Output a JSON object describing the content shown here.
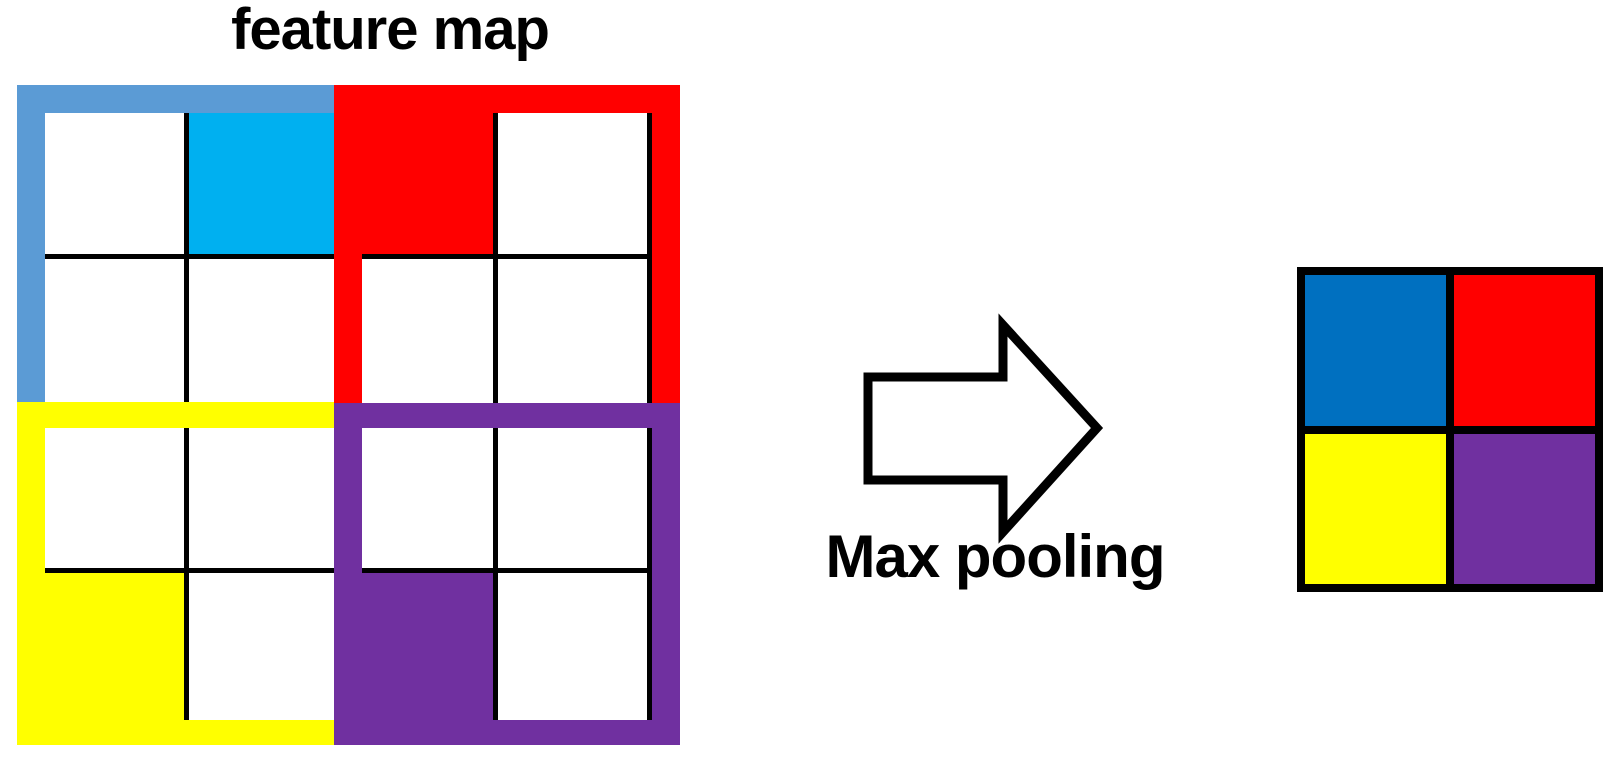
{
  "title": "feature map",
  "arrow_label": "Max pooling",
  "colors": {
    "black": "#000000",
    "white": "#ffffff",
    "steel_blue": "#5B9BD5",
    "cyan": "#00B0F0",
    "red": "#FF0000",
    "yellow": "#FFFF00",
    "purple": "#7030A0",
    "output_blue": "#0070C0"
  },
  "feature_map": {
    "rows": 4,
    "cols": 4,
    "grid_line_color": "#000000",
    "cell_color": "#ffffff",
    "quadrants": [
      {
        "name": "top-left",
        "frame_color": "#5B9BD5",
        "max_cell": {
          "row": 0,
          "col": 1
        },
        "max_color": "#00B0F0"
      },
      {
        "name": "top-right",
        "frame_color": "#FF0000",
        "max_cell": {
          "row": 0,
          "col": 0
        },
        "max_color": "#FF0000"
      },
      {
        "name": "bottom-left",
        "frame_color": "#FFFF00",
        "max_cell": {
          "row": 1,
          "col": 0
        },
        "max_color": "#FFFF00"
      },
      {
        "name": "bottom-right",
        "frame_color": "#7030A0",
        "max_cell": {
          "row": 1,
          "col": 0
        },
        "max_color": "#7030A0"
      }
    ]
  },
  "output": {
    "rows": 2,
    "cols": 2,
    "cells": [
      [
        "#0070C0",
        "#FF0000"
      ],
      [
        "#FFFF00",
        "#7030A0"
      ]
    ]
  }
}
